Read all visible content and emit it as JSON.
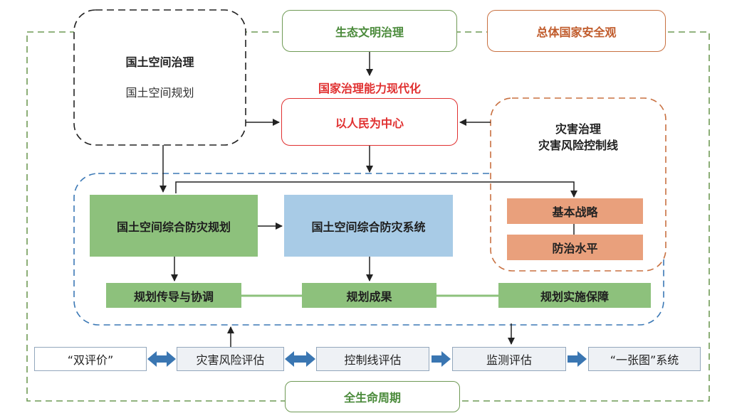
{
  "colors": {
    "green_outline": "#6f9a55",
    "green_fill": "#8dc17c",
    "green_text": "#4a8a3a",
    "orange": "#c87040",
    "orange_fill": "#e9a07c",
    "red": "#e03030",
    "blue_fill": "#a8cbe6",
    "blue_dash": "#3b78b5",
    "arrow_blue": "#3a76b2",
    "gray_box_fill": "#eef1f5",
    "gray_box_border": "#93a7bc"
  },
  "top": {
    "ecological": "生态文明治理",
    "security": "总体国家安全观"
  },
  "land": {
    "title": "国土空间治理",
    "subtitle": "国土空间规划"
  },
  "modernization_label": "国家治理能力现代化",
  "people_center": "以人民为中心",
  "disaster": {
    "title_line1": "灾害治理",
    "title_line2": "灾害风险控制线",
    "strategy": "基本战略",
    "level": "防治水平"
  },
  "middle": {
    "plan": "国土空间综合防灾规划",
    "system": "国土空间综合防灾系统",
    "coordination": "规划传导与协调",
    "results": "规划成果",
    "guarantee": "规划实施保障"
  },
  "bottom_row": [
    "“双评价”",
    "灾害风险评估",
    "控制线评估",
    "监测评估",
    "“一张图”系统"
  ],
  "lifecycle": "全生命周期"
}
